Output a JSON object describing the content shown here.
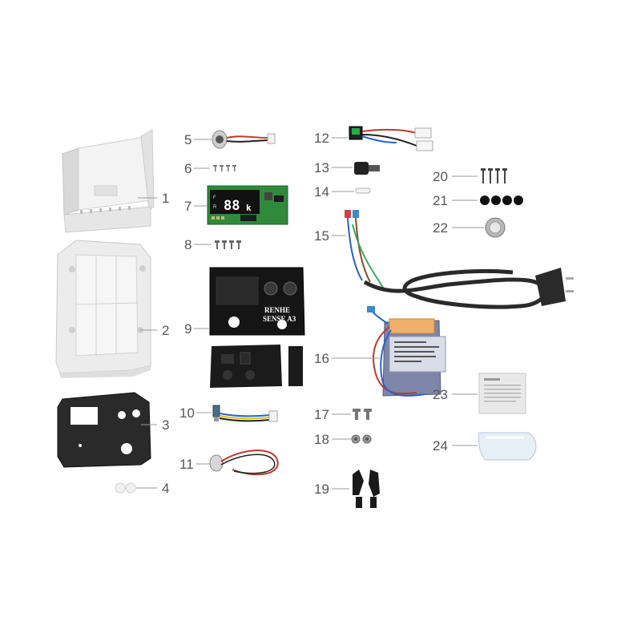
{
  "callouts": [
    "1",
    "2",
    "3",
    "4",
    "5",
    "6",
    "7",
    "8",
    "9",
    "10",
    "11",
    "12",
    "13",
    "14",
    "15",
    "16",
    "17",
    "18",
    "19",
    "20",
    "21",
    "22",
    "23",
    "24"
  ],
  "panel": {
    "line1": "RENHE",
    "line2": "SENSE A3"
  },
  "display": {
    "digits": "88",
    "unit": "k"
  },
  "colors": {
    "pcb": "#2f8a3a",
    "panel": "#151515",
    "housing": "#eeeeee",
    "transformer_coil": "#7d86a8",
    "transformer_bobbin": "#f0b06a"
  }
}
